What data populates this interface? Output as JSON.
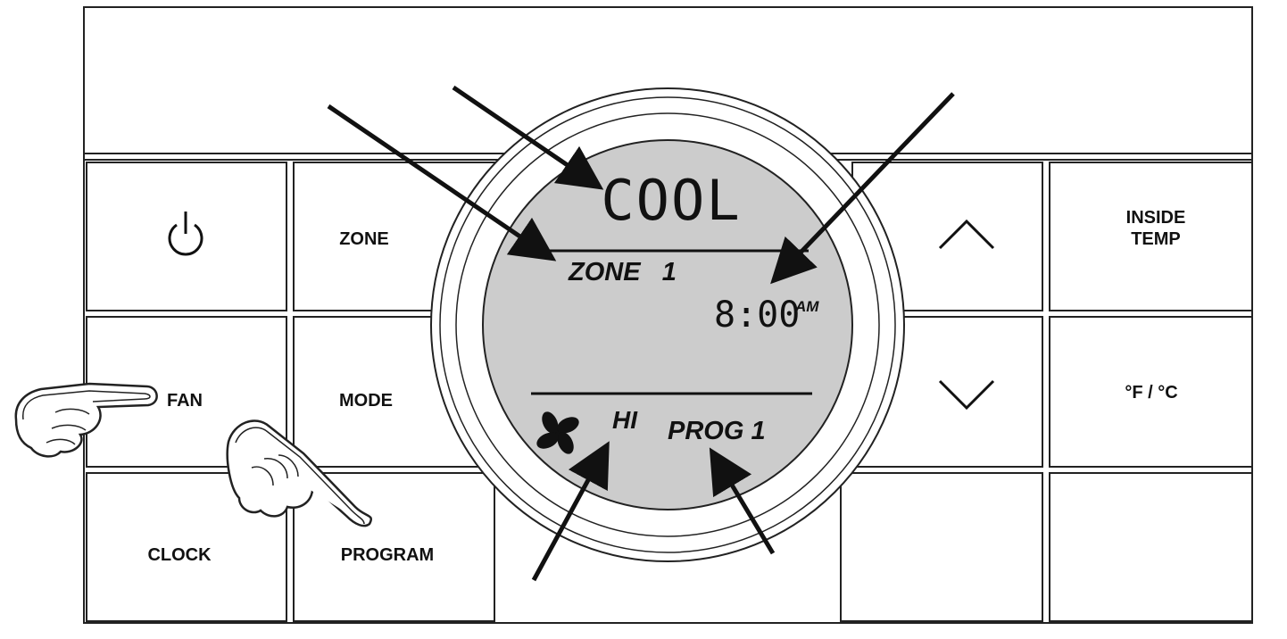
{
  "buttons": {
    "power": {
      "icon": "power-icon"
    },
    "zone": "ZONE",
    "fan": "FAN",
    "mode": "MODE",
    "clock": "CLOCK",
    "program": "PROGRAM",
    "up": {
      "icon": "chevron-up-icon"
    },
    "down": {
      "icon": "chevron-down-icon"
    },
    "inside_temp": [
      "INSIDE",
      "TEMP"
    ],
    "units": "°F / °C"
  },
  "display": {
    "mode": "COOL",
    "zone": "ZONE   1",
    "time": "8:00",
    "time_suffix": "AM",
    "fan_icon": "fan-icon",
    "fan_speed": "HI",
    "program": "PROG 1"
  },
  "colors": {
    "lcd_background": "#cccccc",
    "outline": "#222222",
    "panel_background": "#ffffff"
  }
}
